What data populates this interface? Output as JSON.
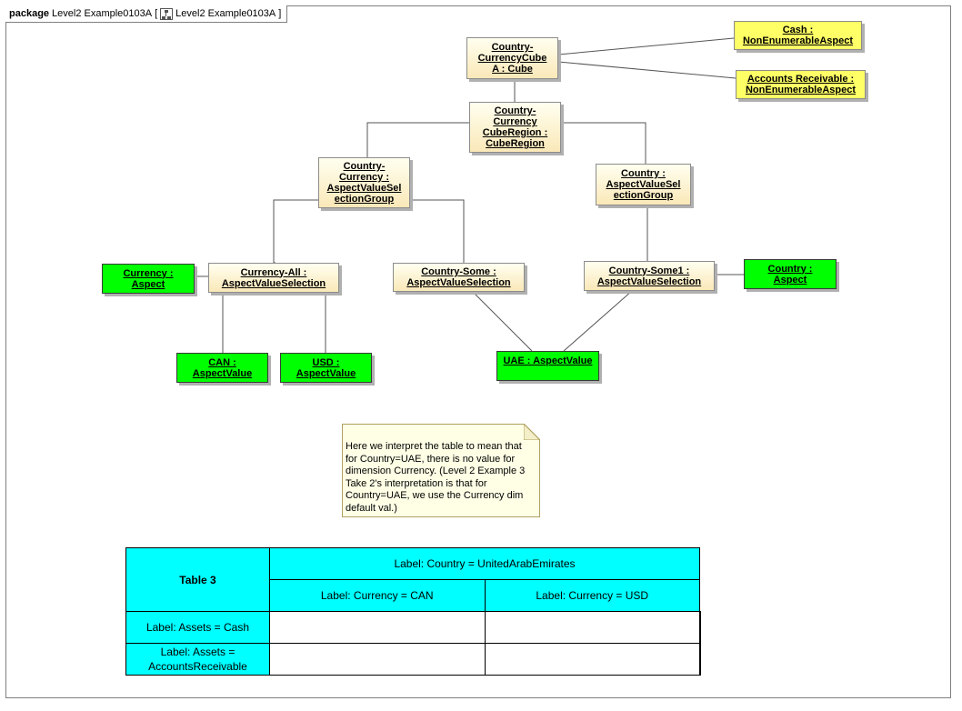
{
  "frame": {
    "keyword": "package",
    "name": "Level2 Example0103A",
    "bracket_open": "[",
    "diagram_name": "Level2 Example0103A",
    "bracket_close": "]"
  },
  "nodes": {
    "cube": [
      "Country-",
      "CurrencyCube",
      "A : Cube"
    ],
    "cash": [
      "Cash :",
      "NonEnumerableAspect"
    ],
    "ar": [
      "Accounts Receivable :",
      "NonEnumerableAspect"
    ],
    "region": [
      "Country-",
      "Currency",
      "CubeRegion :",
      "CubeRegion"
    ],
    "ccgroup": [
      "Country-",
      "Currency :",
      "AspectValueSel",
      "ectionGroup"
    ],
    "cgroup": [
      "Country :",
      "AspectValueSel",
      "ectionGroup"
    ],
    "curasp": [
      "Currency :",
      "Aspect"
    ],
    "curall": [
      "Currency-All :",
      "AspectValueSelection"
    ],
    "csome": [
      "Country-Some :",
      "AspectValueSelection"
    ],
    "csome1": [
      "Country-Some1 :",
      "AspectValueSelection"
    ],
    "ctryasp": [
      "Country :",
      "Aspect"
    ],
    "can": [
      "CAN :",
      "AspectValue"
    ],
    "usd": [
      "USD :",
      "AspectValue"
    ],
    "uae": [
      "UAE : AspectValue"
    ]
  },
  "note": "Here we interpret the table to mean that for Country=UAE, there is no value for dimension Currency.  (Level 2 Example 3 Take 2's interpretation is that for Country=UAE, we use the Currency dim default val.)",
  "table": {
    "title": "Table 3",
    "country": "Label: Country = UnitedArabEmirates",
    "currency_can": "Label: Currency = CAN",
    "currency_usd": "Label: Currency = USD",
    "row_cash": "Label: Assets = Cash",
    "row_ar": "Label: Assets = AccountsReceivable"
  }
}
